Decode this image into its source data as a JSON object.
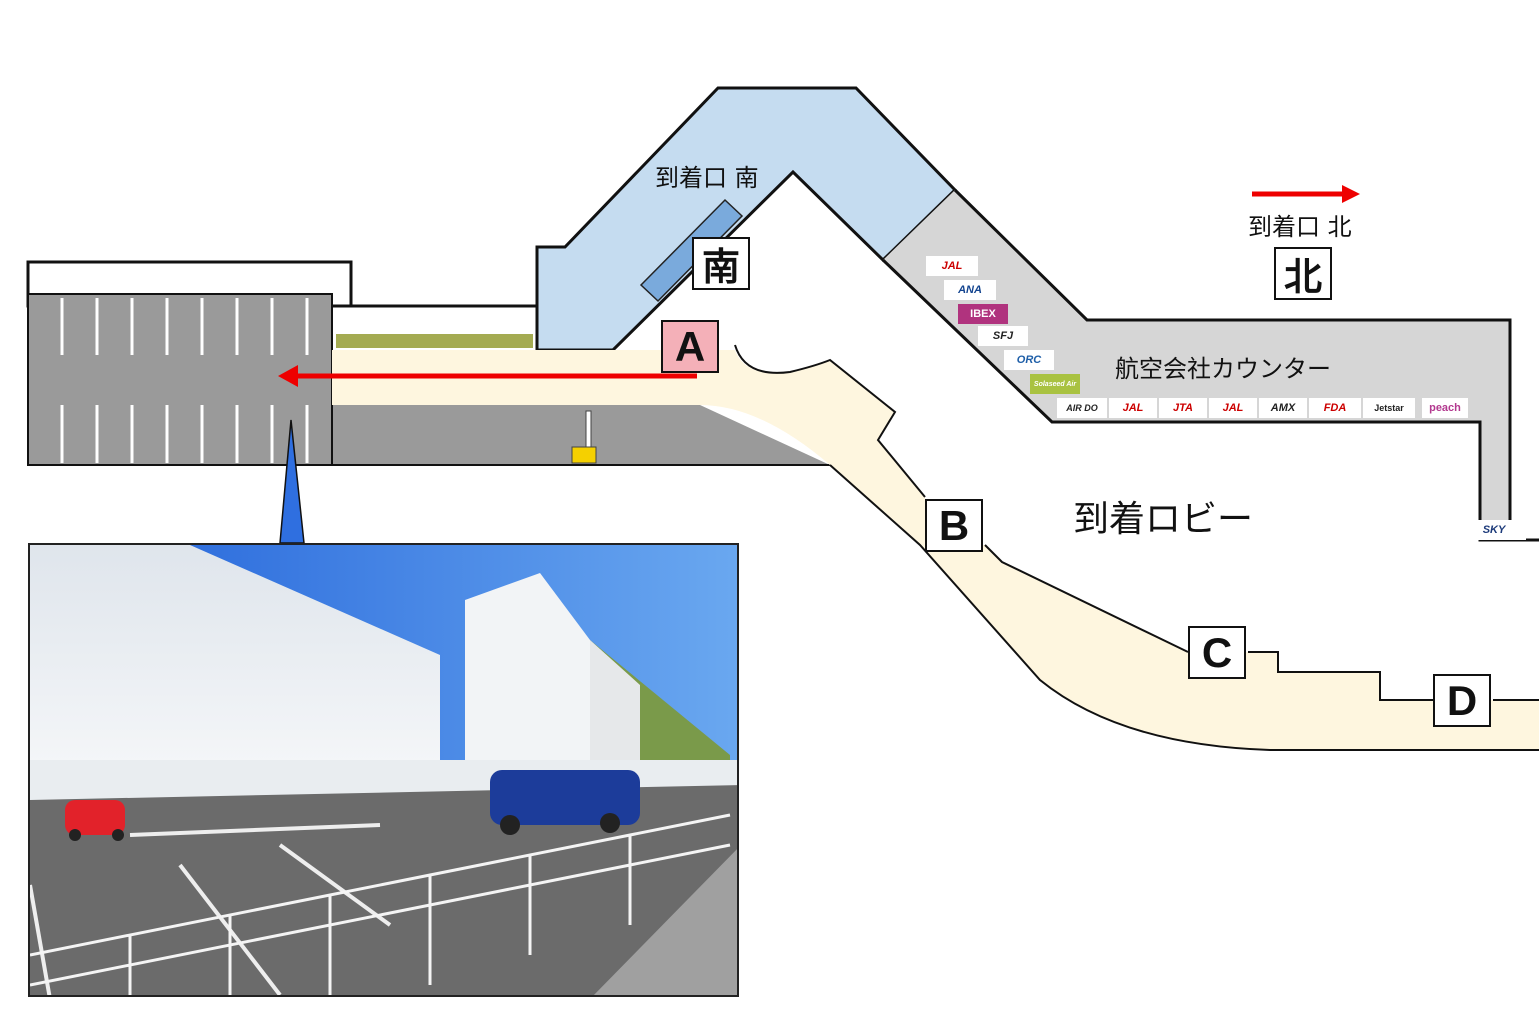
{
  "labels": {
    "south_exit": "到着口 南",
    "north_exit": "到着口 北",
    "airline_counters": "航空会社カウンター",
    "arrival_lobby": "到着ロビー"
  },
  "markers": {
    "a": "A",
    "b": "B",
    "c": "C",
    "d": "D",
    "south": "南",
    "north": "北"
  },
  "airlines_diagonal": [
    "JAL",
    "ANA",
    "IBEX",
    "SFJ",
    "ORC",
    "Solaseed Air"
  ],
  "airlines_row": [
    "AIR DO",
    "JAL",
    "JTA",
    "JAL",
    "AMX",
    "FDA",
    "Jetstar",
    "peach"
  ],
  "airline_corner": "SKY",
  "colors": {
    "south_area": "#c5dcf0",
    "counter_area": "#d6d6d6",
    "walkway": "#fef6df",
    "road": "#9a9a9a",
    "marker_a": "#f4b0b8",
    "route_arrow": "#ee0000",
    "callout": "#2f6fe0",
    "ibex": "#b0337e",
    "solaseed": "#a9c241"
  }
}
